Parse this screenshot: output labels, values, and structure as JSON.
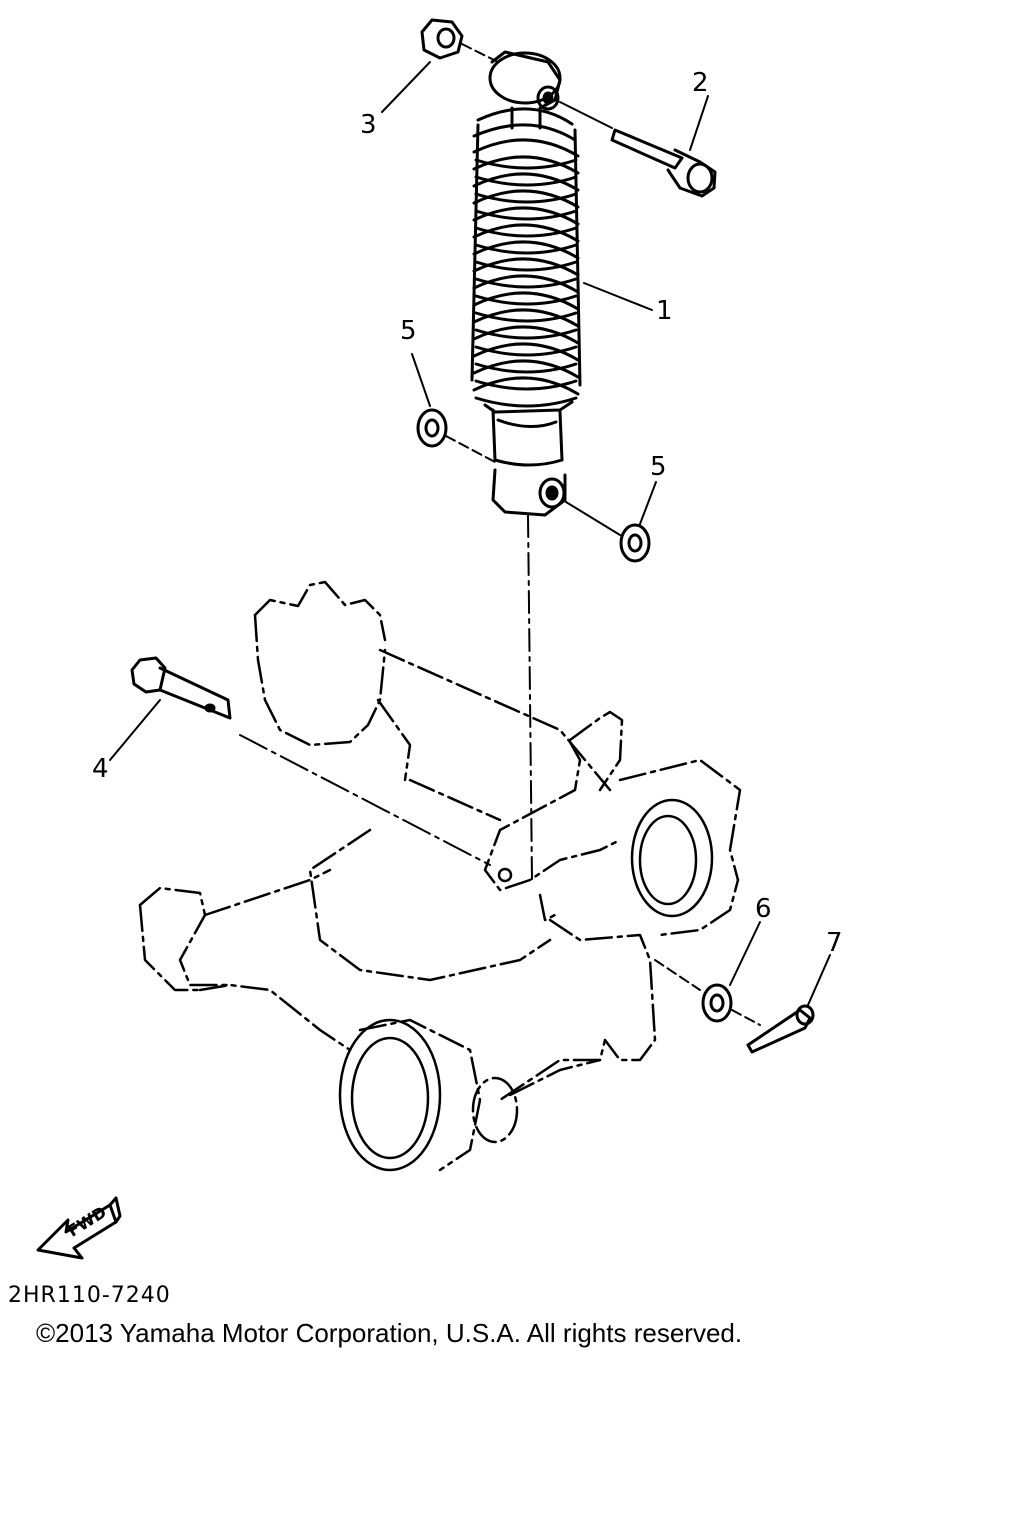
{
  "callouts": [
    {
      "id": "1",
      "label": "1"
    },
    {
      "id": "2",
      "label": "2"
    },
    {
      "id": "3",
      "label": "3"
    },
    {
      "id": "4",
      "label": "4"
    },
    {
      "id": "5a",
      "label": "5"
    },
    {
      "id": "5b",
      "label": "5"
    },
    {
      "id": "6",
      "label": "6"
    },
    {
      "id": "7",
      "label": "7"
    }
  ],
  "fwd_badge": "FWD",
  "part_code": "2HR110-7240",
  "copyright": "©2013 Yamaha Motor Corporation, U.S.A. All rights reserved."
}
